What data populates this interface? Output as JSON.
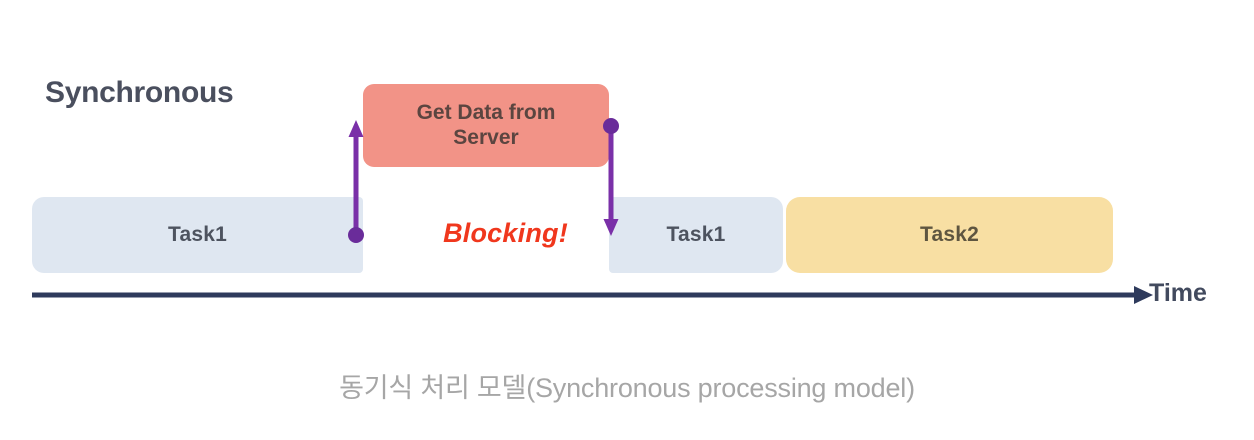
{
  "diagram": {
    "type": "timeline-sequence",
    "title": "Synchronous",
    "caption": "동기식 처리 모델(Synchronous processing model)",
    "axis": {
      "label": "Time",
      "direction": "left-to-right",
      "color": "#2e3a5c"
    },
    "colors": {
      "task_blue": "#dfe7f1",
      "task_yellow": "#f8dfa3",
      "server_pink": "#f29387",
      "arrow_purple": "#7a30a8",
      "blocking_red": "#f0371d",
      "axis_navy": "#2e3a5c",
      "title_gray": "#4a4f5e",
      "caption_gray": "#a6a6a6",
      "background": "#ffffff"
    },
    "bars": [
      {
        "id": "task-1a",
        "label": "Task1",
        "color": "task_blue"
      },
      {
        "id": "task-1b",
        "label": "Task1",
        "color": "task_blue"
      },
      {
        "id": "task-2",
        "label": "Task2",
        "color": "task_yellow"
      }
    ],
    "server_box": {
      "line1": "Get Data from",
      "line2": "Server"
    },
    "blocking": {
      "label": "Blocking!"
    },
    "arrows": [
      {
        "id": "request-arrow",
        "name": "up-arrow-request",
        "direction": "up",
        "start": "task-1a-end-dot",
        "end": "server-box"
      },
      {
        "id": "response-arrow",
        "name": "down-arrow-response",
        "direction": "down",
        "start": "server-box",
        "end": "task-1b-start"
      }
    ]
  }
}
